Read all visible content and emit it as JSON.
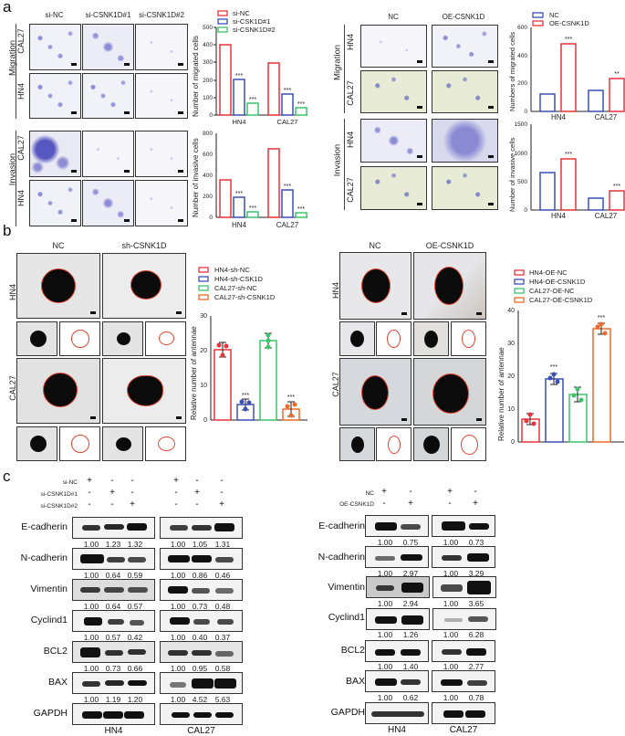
{
  "panels": {
    "a": {
      "letter": "a",
      "left": {
        "columns": [
          "si-NC",
          "si-CSNK1D#1",
          "si-CSNK1D#2"
        ],
        "groups": [
          {
            "label": "Migration",
            "rows": [
              "CAL27",
              "HN4"
            ]
          },
          {
            "label": "Invasion",
            "rows": [
              "CAL27",
              "HN4"
            ]
          }
        ]
      },
      "right": {
        "columns": [
          "NC",
          "OE-CSNK1D"
        ],
        "groups": [
          {
            "label": "Migration",
            "rows": [
              "HN4",
              "CAL27"
            ]
          },
          {
            "label": "Invasion",
            "rows": [
              "HN4",
              "CAL27"
            ]
          }
        ]
      }
    },
    "b": {
      "letter": "b",
      "left": {
        "columns": [
          "NC",
          "sh-CSNK1D"
        ],
        "rows": [
          "HN4",
          "CAL27"
        ]
      },
      "right": {
        "columns": [
          "NC",
          "OE-CSNK1D"
        ],
        "rows": [
          "HN4",
          "CAL27"
        ]
      }
    },
    "c": {
      "letter": "c",
      "left": {
        "treatments": [
          {
            "label": "si-NC",
            "signs": [
              "+",
              "-",
              "-",
              "+",
              "-",
              "-"
            ]
          },
          {
            "label": "si-CSNK1D#1",
            "signs": [
              "-",
              "+",
              "-",
              "-",
              "+",
              "-"
            ]
          },
          {
            "label": "si-CSNK1D#2",
            "signs": [
              "-",
              "-",
              "+",
              "-",
              "-",
              "+"
            ]
          }
        ],
        "proteins": [
          {
            "name": "E-cadherin",
            "hn4": [
              "1.00",
              "1.23",
              "1.32"
            ],
            "cal27": [
              "1.00",
              "1.05",
              "1.31"
            ]
          },
          {
            "name": "N-cadherin",
            "hn4": [
              "1.00",
              "0.64",
              "0.59"
            ],
            "cal27": [
              "1.00",
              "0.86",
              "0.46"
            ]
          },
          {
            "name": "Vimentin",
            "hn4": [
              "1.00",
              "0.64",
              "0.57"
            ],
            "cal27": [
              "1.00",
              "0.73",
              "0.48"
            ]
          },
          {
            "name": "Cyclind1",
            "hn4": [
              "1.00",
              "0.57",
              "0.42"
            ],
            "cal27": [
              "1.00",
              "0.40",
              "0.37"
            ]
          },
          {
            "name": "BCL2",
            "hn4": [
              "1.00",
              "0.73",
              "0.66"
            ],
            "cal27": [
              "1.00",
              "0.95",
              "0.58"
            ]
          },
          {
            "name": "BAX",
            "hn4": [
              "1.00",
              "1.19",
              "1.20"
            ],
            "cal27": [
              "1.00",
              "4.52",
              "5.63"
            ]
          },
          {
            "name": "GAPDH",
            "hn4": [],
            "cal27": []
          }
        ],
        "cell_lines": [
          "HN4",
          "CAL27"
        ]
      },
      "right": {
        "treatments": [
          {
            "label": "NC",
            "signs": [
              "+",
              "-",
              "+",
              "-"
            ]
          },
          {
            "label": "OE-CSNK1D",
            "signs": [
              "-",
              "+",
              "-",
              "+"
            ]
          }
        ],
        "proteins": [
          {
            "name": "E-cadherin",
            "hn4": [
              "1.00",
              "0.75"
            ],
            "cal27": [
              "1.00",
              "0.73"
            ]
          },
          {
            "name": "N-cadherin",
            "hn4": [
              "1.00",
              "2.97"
            ],
            "cal27": [
              "1.00",
              "3.29"
            ]
          },
          {
            "name": "Vimentin",
            "hn4": [
              "1.00",
              "2.94"
            ],
            "cal27": [
              "1.00",
              "3.65"
            ]
          },
          {
            "name": "Cyclind1",
            "hn4": [
              "1.00",
              "1.26"
            ],
            "cal27": [
              "1.00",
              "6.28"
            ]
          },
          {
            "name": "BCL2",
            "hn4": [
              "1.00",
              "1.40"
            ],
            "cal27": [
              "1.00",
              "2.77"
            ]
          },
          {
            "name": "BAX",
            "hn4": [
              "1.00",
              "0.62"
            ],
            "cal27": [
              "1.00",
              "0.78"
            ]
          },
          {
            "name": "GAPDH",
            "hn4": [],
            "cal27": []
          }
        ],
        "cell_lines": [
          "HN4",
          "CAL27"
        ]
      }
    }
  },
  "colors": {
    "red": "#e8333a",
    "blue": "#3b4fb8",
    "green": "#3cc46a",
    "orange": "#ef6a2a"
  },
  "chart_data": [
    {
      "id": "a-left-migration",
      "type": "bar",
      "title": "",
      "xlabel": "",
      "ylabel": "Number of migrated cells",
      "ylim": [
        0,
        500
      ],
      "yticks": [
        0,
        100,
        200,
        300,
        400,
        500
      ],
      "categories": [
        "HN4",
        "CAL27"
      ],
      "series": [
        {
          "name": "si-NC",
          "color": "#e8333a",
          "values": [
            400,
            295
          ]
        },
        {
          "name": "si-CSK1D#1",
          "color": "#3b4fb8",
          "values": [
            205,
            118
          ]
        },
        {
          "name": "si-CSNK1D#2",
          "color": "#3cc46a",
          "values": [
            68,
            42
          ]
        }
      ],
      "annotations": [
        {
          "category": "HN4",
          "series": "si-CSK1D#1",
          "text": "***"
        },
        {
          "category": "HN4",
          "series": "si-CSNK1D#2",
          "text": "***"
        },
        {
          "category": "CAL27",
          "series": "si-CSK1D#1",
          "text": "***"
        },
        {
          "category": "CAL27",
          "series": "si-CSNK1D#2",
          "text": "***"
        }
      ],
      "legend_position": "top"
    },
    {
      "id": "a-left-invasion",
      "type": "bar",
      "title": "",
      "xlabel": "",
      "ylabel": "Number of invasive cells",
      "ylim": [
        0,
        800
      ],
      "yticks": [
        0,
        200,
        400,
        600,
        800
      ],
      "categories": [
        "HN4",
        "CAL27"
      ],
      "series": [
        {
          "name": "si-NC",
          "color": "#e8333a",
          "values": [
            360,
            650
          ]
        },
        {
          "name": "si-CSK1D#1",
          "color": "#3b4fb8",
          "values": [
            195,
            262
          ]
        },
        {
          "name": "si-CSNK1D#2",
          "color": "#3cc46a",
          "values": [
            55,
            45
          ]
        }
      ],
      "annotations": [
        {
          "category": "HN4",
          "series": "si-CSK1D#1",
          "text": "***"
        },
        {
          "category": "HN4",
          "series": "si-CSNK1D#2",
          "text": "***"
        },
        {
          "category": "CAL27",
          "series": "si-CSK1D#1",
          "text": "***"
        },
        {
          "category": "CAL27",
          "series": "si-CSNK1D#2",
          "text": "***"
        }
      ]
    },
    {
      "id": "a-right-migration",
      "type": "bar",
      "title": "",
      "xlabel": "",
      "ylabel": "Numbers of migrated cells",
      "ylim": [
        0,
        600
      ],
      "yticks": [
        0,
        200,
        400,
        600
      ],
      "categories": [
        "HN4",
        "CAL27"
      ],
      "series": [
        {
          "name": "NC",
          "color": "#3b4fb8",
          "values": [
            122,
            148
          ]
        },
        {
          "name": "OE-CSNK1D",
          "color": "#e8333a",
          "values": [
            480,
            238
          ]
        }
      ],
      "annotations": [
        {
          "category": "HN4",
          "series": "OE-CSNK1D",
          "text": "***"
        },
        {
          "category": "CAL27",
          "series": "OE-CSNK1D",
          "text": "**"
        }
      ],
      "legend_position": "top"
    },
    {
      "id": "a-right-invasion",
      "type": "bar",
      "title": "",
      "xlabel": "",
      "ylabel": "Number of invasive cells",
      "ylim": [
        0,
        1500
      ],
      "yticks": [
        0,
        500,
        1000,
        1500
      ],
      "categories": [
        "HN4",
        "CAL27"
      ],
      "series": [
        {
          "name": "NC",
          "color": "#3b4fb8",
          "values": [
            660,
            200
          ]
        },
        {
          "name": "OE-CSNK1D",
          "color": "#e8333a",
          "values": [
            900,
            340
          ]
        }
      ],
      "annotations": [
        {
          "category": "HN4",
          "series": "OE-CSNK1D",
          "text": "***"
        },
        {
          "category": "CAL27",
          "series": "OE-CSNK1D",
          "text": "***"
        }
      ]
    },
    {
      "id": "b-left-antennae",
      "type": "bar",
      "title": "",
      "xlabel": "",
      "ylabel": "Relative number of antennae",
      "ylim": [
        0,
        30
      ],
      "yticks": [
        0,
        10,
        20,
        30
      ],
      "categories": [
        "HN4-sh-NC",
        "HN4-sh-CSK1D",
        "CAL27-sh-NC",
        "CAL27-sh-CSNK1D"
      ],
      "values": [
        20.2,
        4.5,
        22.8,
        3.2
      ],
      "errors": [
        2.0,
        1.7,
        2.0,
        2.2
      ],
      "colors": [
        "#e8333a",
        "#3b4fb8",
        "#3cc46a",
        "#ef6a2a"
      ],
      "annotations": [
        {
          "category": "HN4-sh-CSK1D",
          "text": "***"
        },
        {
          "category": "CAL27-sh-CSNK1D",
          "text": "***"
        }
      ],
      "legend": [
        "HN4-sh-NC",
        "HN4-sh-CSK1D",
        "CAL27-sh-NC",
        "CAL27-sh-CSNK1D"
      ],
      "legend_position": "top"
    },
    {
      "id": "b-right-antennae",
      "type": "bar",
      "title": "",
      "xlabel": "",
      "ylabel": "Relative number of antennae",
      "ylim": [
        0,
        40
      ],
      "yticks": [
        0,
        10,
        20,
        30,
        40
      ],
      "categories": [
        "HN4-OE-NC",
        "HN4-OE-CSNK1D",
        "CAL27-OE-NC",
        "CAL27-OE-CSNK1D"
      ],
      "values": [
        7.0,
        19.2,
        14.5,
        34.5
      ],
      "errors": [
        1.6,
        1.6,
        2.2,
        1.6
      ],
      "colors": [
        "#e8333a",
        "#3b4fb8",
        "#3cc46a",
        "#ef6a2a"
      ],
      "annotations": [
        {
          "category": "HN4-OE-CSNK1D",
          "text": "***"
        },
        {
          "category": "CAL27-OE-CSNK1D",
          "text": "***"
        }
      ],
      "legend": [
        "HN4-OE-NC",
        "HN4-OE-CSNK1D",
        "CAL27-OE-NC",
        "CAL27-OE-CSNK1D"
      ],
      "legend_position": "top"
    }
  ]
}
